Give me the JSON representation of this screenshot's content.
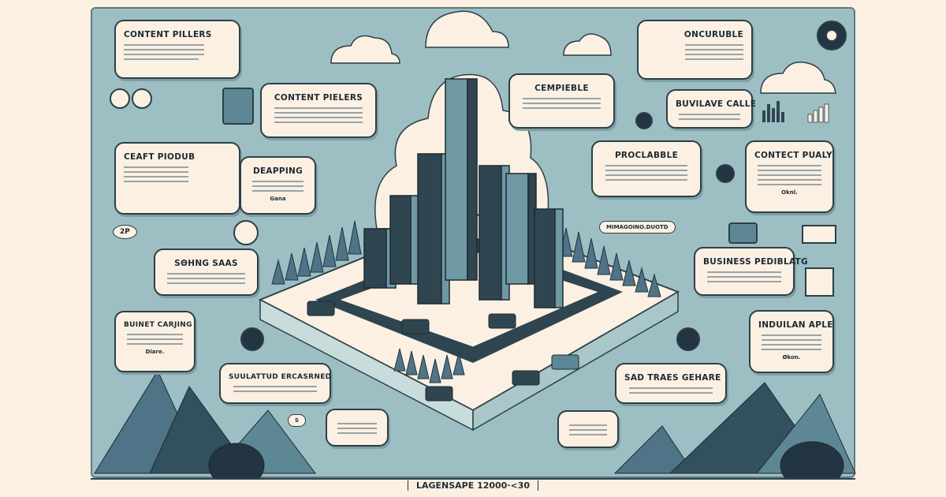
{
  "boxes": {
    "content_pillers": "CONTENT PILLERS",
    "content_pielers": "CONTENT PIELERS",
    "ceaft_piodub": "CEAFT PIODUB",
    "deapping": "DEAPPING",
    "deapping_sig": "Gana",
    "soning_saas": "SΘHNG SAAS",
    "buinet_caring": "BUINET CARJING",
    "buinet_sig": "Diare.",
    "sulattud": "SUULATTUD ERCASRNED",
    "cempieble": "CEMPIEBLE",
    "oncuruble": "ONCURUBLE",
    "buvilave": "BUVILAVE CALLE",
    "proclabble": "PROCLABBLE",
    "contect_pualy": "CONTECT PUALY",
    "contect_sig": "Oknl.",
    "business": "BUSINESS PEDIBLATG",
    "indulan": "INDUILAN APLE",
    "indulan_sig": "Økon.",
    "sad_traes": "SAD TRAES GEHARE"
  },
  "tags": {
    "mimagoino": "MIMAGOINO.DUOTD",
    "badge_2p": "2P",
    "cloud_s": "S"
  },
  "footer": "LAGENSAPE 12000⋅<30",
  "colors": {
    "panel": "#9dbfc3",
    "cream": "#fbf0e2",
    "navy": "#1f3a4a",
    "teal": "#4f7c8a"
  }
}
